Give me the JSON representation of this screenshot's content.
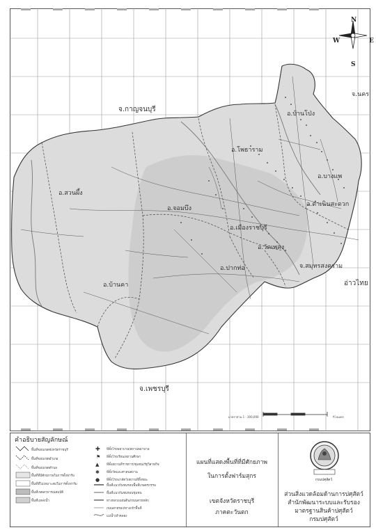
{
  "map": {
    "place_labels": {
      "kanchanaburi": "จ.กาญจนบุรี",
      "nakhon_pathom": "จ.นคร",
      "ban_pong": "อ.บ้านโป่ง",
      "photharam": "อ.โพธาราม",
      "bang_phae": "อ.บางแพ",
      "suan_phueng": "อ.สวนผึ้ง",
      "chom_bueng": "อ.จอมบึง",
      "mueang_ratchaburi": "อ.เมืองราชบุรี",
      "damnoen_saduak": "อ.ดำเนินสะดวก",
      "wat_phleng": "อ.วัดเพลง",
      "samut_songkhram": "จ.สมุทรสงคราม",
      "pak_tho": "อ.ปากท่อ",
      "ban_kha": "อ.บ้านคา",
      "gulf_of_thailand": "อ่าวไทย",
      "phetchaburi": "จ.เพชรบุรี"
    },
    "compass": {
      "n": "N",
      "s": "S",
      "e": "E",
      "w": "W"
    },
    "scale_text": "มาตราส่วน 1 : 300,000",
    "scale_unit": "กิโลเมตร"
  },
  "legend": {
    "title": "คำอธิบายสัญลักษณ์",
    "items_left": [
      "พื้นที่ขอบเขตจังหวัดราชบุรี",
      "พื้นที่ขอบเขตอำเภอ",
      "พื้นที่ขอบเขตตำบล",
      "พื้นที่ที่มีศักยภาพในการตั้งฟาร์ม",
      "พื้นที่ที่ไม่เหมาะสมในการตั้งฟาร์ม",
      "พื้นที่เขตสาธารณสมบัติ",
      "พื้นที่แหล่งน้ำ"
    ],
    "items_right": [
      "ที่ตั้งโรงพยาบาล/สถานพยาบาล",
      "ที่ตั้งโรงเรียน/สถานศึกษา",
      "ที่ตั้งสถานที่ราชการ/ชุมชน/รัฐวิสาหกิจ",
      "ที่ตั้งวัดและศาสนสถาน",
      "ที่ตั้งโรงฆ่าสัตว์/สถานที่ทิ้งขยะ",
      "พื้นที่แนวกันชนรอบพื้นที่เกษตรกรรม",
      "พื้นที่แนวกันชนรอบชุมชน",
      "ทางหลวงแผ่นดิน/ถนนสายหลัก",
      "ถนนสายรอง/ทางเข้าพื้นที่",
      "แม่น้ำ/ลำคลอง"
    ]
  },
  "title_block": {
    "line1": "แผนที่แสดงพื้นที่ที่มีศักยภาพ",
    "line2": "ในการตั้งฟาร์มสุกร",
    "line3": "เขตจังหวัดราชบุรี",
    "line4": "ภาคตะวันตก"
  },
  "org_block": {
    "seal_text": "กรมปศุสัตว์",
    "line1": "ส่วนสิ่งแวดล้อมด้านการปศุสัตว์",
    "line2": "สำนักพัฒนาระบบและรับรอง",
    "line3": "มาตรฐานสินค้าปศุสัตว์",
    "line4": "กรมปศุสัตว์"
  },
  "colors": {
    "province_fill": "#d9d9d9",
    "potential_fill": "#ececec",
    "grid": "#9a9a9a",
    "roads": "#555555",
    "border": "#333333"
  }
}
